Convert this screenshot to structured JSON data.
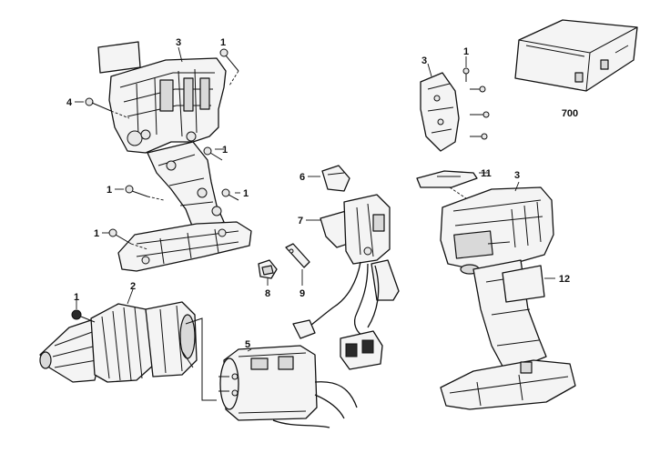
{
  "callouts": {
    "c1a": "1",
    "c3a": "3",
    "c4": "4",
    "c1b": "1",
    "c1c": "1",
    "c1d": "1",
    "c1e": "1",
    "c3b": "3",
    "c1f": "1",
    "c700": "700",
    "c6": "6",
    "c7": "7",
    "c11": "11",
    "c3c": "3",
    "c12": "12",
    "c8": "8",
    "c9": "9",
    "c1g": "1",
    "c2": "2",
    "c5": "5"
  },
  "colors": {
    "line": "#111111",
    "fill_light": "#f4f4f4",
    "fill_mid": "#d9d9d9",
    "fill_dark": "#2a2a2a"
  }
}
